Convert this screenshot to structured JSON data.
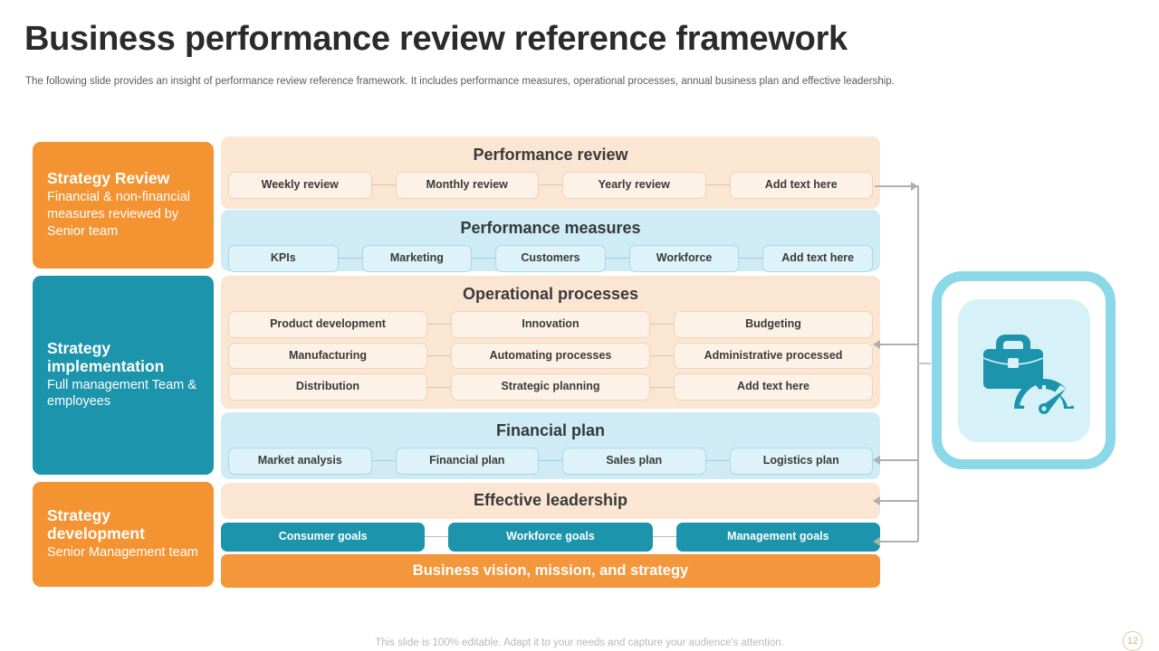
{
  "header": {
    "title": "Business performance review reference framework",
    "subtitle": "The following slide provides an insight of performance review reference framework. It includes performance measures, operational processes, annual business plan and effective leadership."
  },
  "stages": [
    {
      "title": "Strategy Review",
      "description": "Financial & non-financial measures reviewed by Senior team",
      "color": "#F49331"
    },
    {
      "title": "Strategy implementation",
      "description": "Full management Team & employees",
      "color": "#1B94AC"
    },
    {
      "title": "Strategy development",
      "description": "Senior Management team",
      "color": "#F49331"
    }
  ],
  "panels": [
    {
      "heading": "Performance review",
      "style": "peach",
      "rows": [
        [
          "Weekly review",
          "Monthly review",
          "Yearly review",
          "Add text here"
        ]
      ]
    },
    {
      "heading": "Performance measures",
      "style": "blue",
      "rows": [
        [
          "KPIs",
          "Marketing",
          "Customers",
          "Workforce",
          "Add text here"
        ]
      ]
    },
    {
      "heading": "Operational processes",
      "style": "peach",
      "rows": [
        [
          "Product development",
          "Innovation",
          "Budgeting"
        ],
        [
          "Manufacturing",
          "Automating processes",
          "Administrative processed"
        ],
        [
          "Distribution",
          "Strategic planning",
          "Add text here"
        ]
      ]
    },
    {
      "heading": "Financial plan",
      "style": "blue",
      "rows": [
        [
          "Market analysis",
          "Financial plan",
          "Sales plan",
          "Logistics plan"
        ]
      ]
    },
    {
      "heading": "Effective leadership",
      "style": "peach",
      "rows": []
    }
  ],
  "leadership_goals": [
    "Consumer goals",
    "Workforce goals",
    "Management goals"
  ],
  "bottom_bar": {
    "label": "Business vision, mission, and strategy",
    "color": "#F4963C"
  },
  "icon": {
    "name": "briefcase-performance-gauge-icon",
    "frame_color": "#8BD8E8",
    "glyph_color": "#1B94AC"
  },
  "footer": {
    "note": "This slide is 100% editable. Adapt it to your needs and capture your audience's attention.",
    "page_number": "12"
  },
  "colors": {
    "orange": "#F49331",
    "teal": "#1B94AC",
    "panel_peach": "#FBE6D4",
    "panel_blue": "#CFEBF5",
    "chip_peach": "#FDF2E7",
    "chip_blue": "#DDF2F9"
  }
}
